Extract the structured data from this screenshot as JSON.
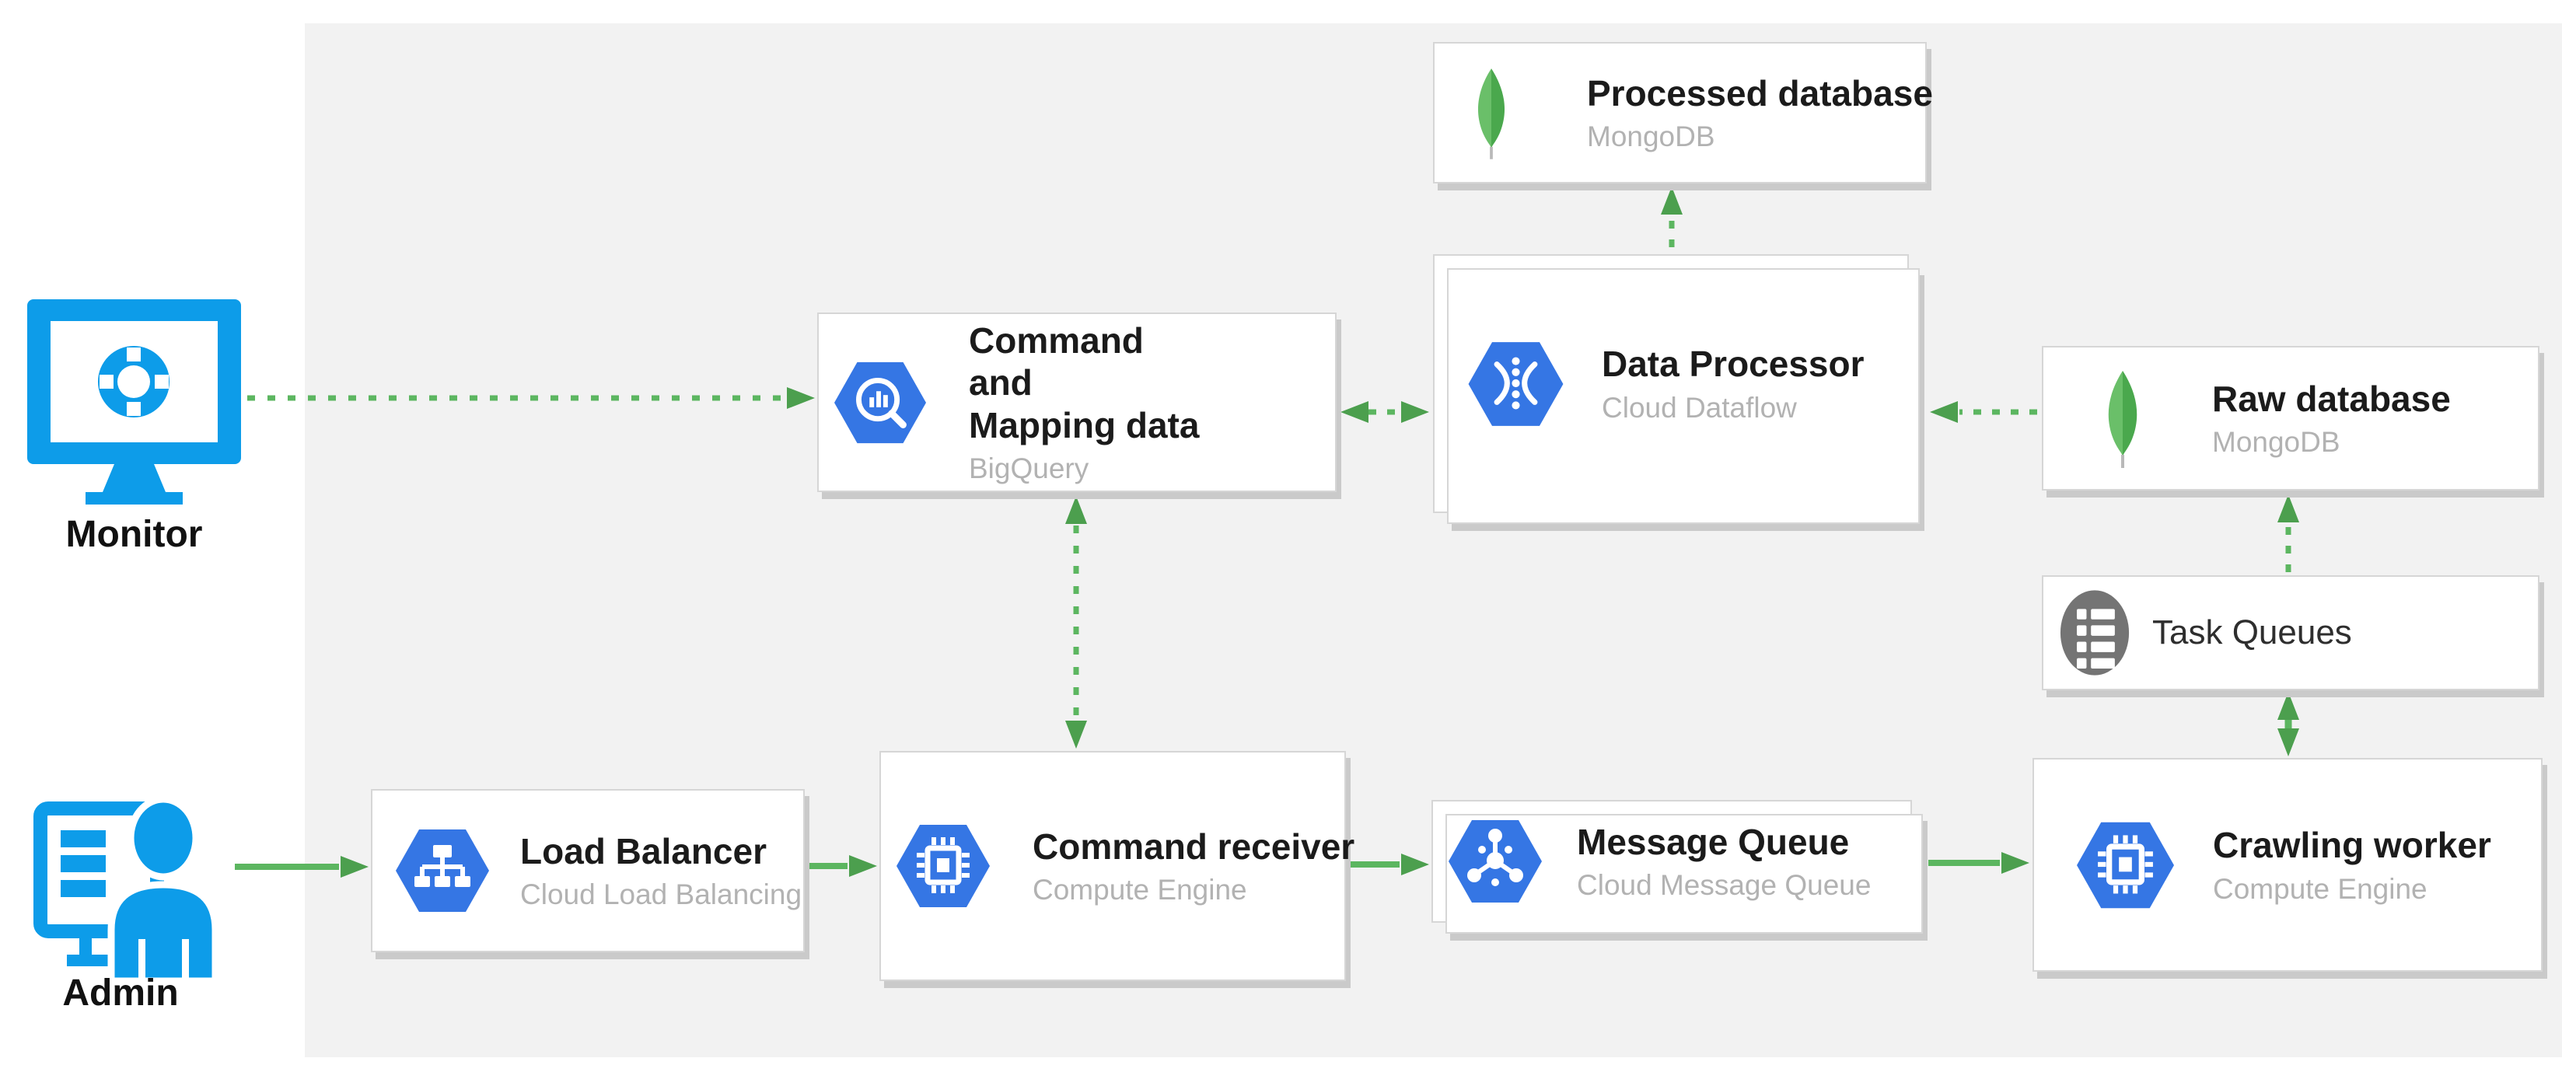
{
  "actors": {
    "monitor": {
      "label": "Monitor"
    },
    "admin": {
      "label": "Admin"
    }
  },
  "nodes": {
    "bigquery": {
      "title_line1": "Command",
      "title_line2": "and",
      "title_line3": "Mapping data",
      "subtitle": "BigQuery"
    },
    "processed_db": {
      "title": "Processed database",
      "subtitle": "MongoDB"
    },
    "data_processor": {
      "title": "Data Processor",
      "subtitle": "Cloud Dataflow"
    },
    "raw_db": {
      "title": "Raw database",
      "subtitle": "MongoDB"
    },
    "task_queues": {
      "label": "Task Queues"
    },
    "load_balancer": {
      "title": "Load Balancer",
      "subtitle": "Cloud Load Balancing"
    },
    "command_receiver": {
      "title": "Command receiver",
      "subtitle": "Compute Engine"
    },
    "message_queue": {
      "title": "Message Queue",
      "subtitle": "Cloud Message Queue"
    },
    "crawling_worker": {
      "title": "Crawling worker",
      "subtitle": "Compute Engine"
    }
  },
  "colors": {
    "gcp_hexagon_blue": "#3576e4",
    "actor_blue": "#0d9ce9",
    "arrow_green": "#5cb660",
    "arrowhead_green": "#4c9f4e",
    "mongodb_green_dark": "#4aa84d",
    "mongodb_green_light": "#6abf69",
    "task_queue_gray": "#747474",
    "panel_gray": "#f2f2f2",
    "subtitle_gray": "#b2b2b2"
  }
}
